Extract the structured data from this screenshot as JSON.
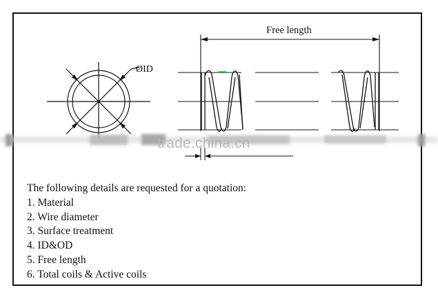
{
  "drawing": {
    "label_id": "ØID",
    "label_free_length": "Free length",
    "watermark": "trade.china.cn"
  },
  "details": {
    "intro": "The following details are requested for a quotation:",
    "items": [
      "1. Material",
      "2. Wire diameter",
      "3. Surface treatment",
      "4. ID&OD",
      "5. Free length",
      "6. Total coils & Active coils"
    ]
  },
  "colors": {
    "line": "#111111",
    "watermark": "#b9b9b9",
    "accent_green": "#2db84a"
  }
}
